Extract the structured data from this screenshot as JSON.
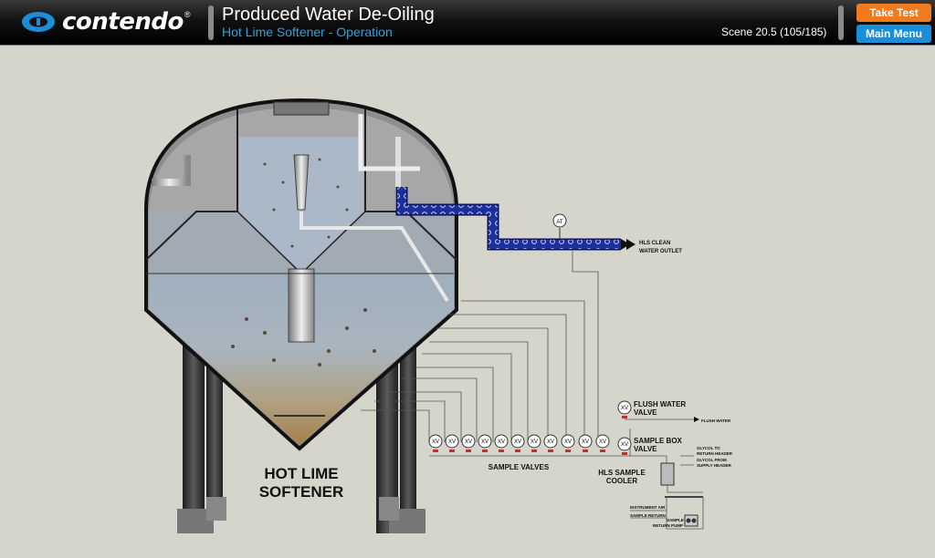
{
  "header": {
    "brand": "contendo",
    "brand_mark": "®",
    "title": "Produced Water De-Oiling",
    "subtitle": "Hot Lime Softener - Operation",
    "scene": "Scene 20.5 (105/185)",
    "take_test": "Take Test",
    "main_menu": "Main Menu"
  },
  "diagram": {
    "vessel_label_1": "HOT LIME",
    "vessel_label_2": "SOFTENER",
    "analyzer": "AT",
    "outlet_1": "HLS CLEAN",
    "outlet_2": "WATER OUTLET",
    "flush_1": "FLUSH WATER",
    "flush_2": "VALVE",
    "flush_water": "FLUSH WATER",
    "sample_box_1": "SAMPLE BOX",
    "sample_box_2": "VALVE",
    "glycol_return_1": "GLYCOL TO",
    "glycol_return_2": "RETURN HEADER",
    "glycol_supply_1": "GLYCOL FROM",
    "glycol_supply_2": "SUPPLY HEADER",
    "cooler_1": "HLS SAMPLE",
    "cooler_2": "COOLER",
    "sample_valves": "SAMPLE VALVES",
    "xv": "XV",
    "instrument_air": "INSTRUMENT AIR",
    "sample_return": "SAMPLE RETURN",
    "pump_1": "SAMPLE",
    "pump_2": "RETURN PUMP"
  },
  "colors": {
    "accent_orange": "#f07a1c",
    "accent_blue": "#1a8ed8",
    "subtitle_blue": "#34a0dc",
    "background": "#d6d5cb",
    "pipe_blue": "#1d2f9c"
  }
}
